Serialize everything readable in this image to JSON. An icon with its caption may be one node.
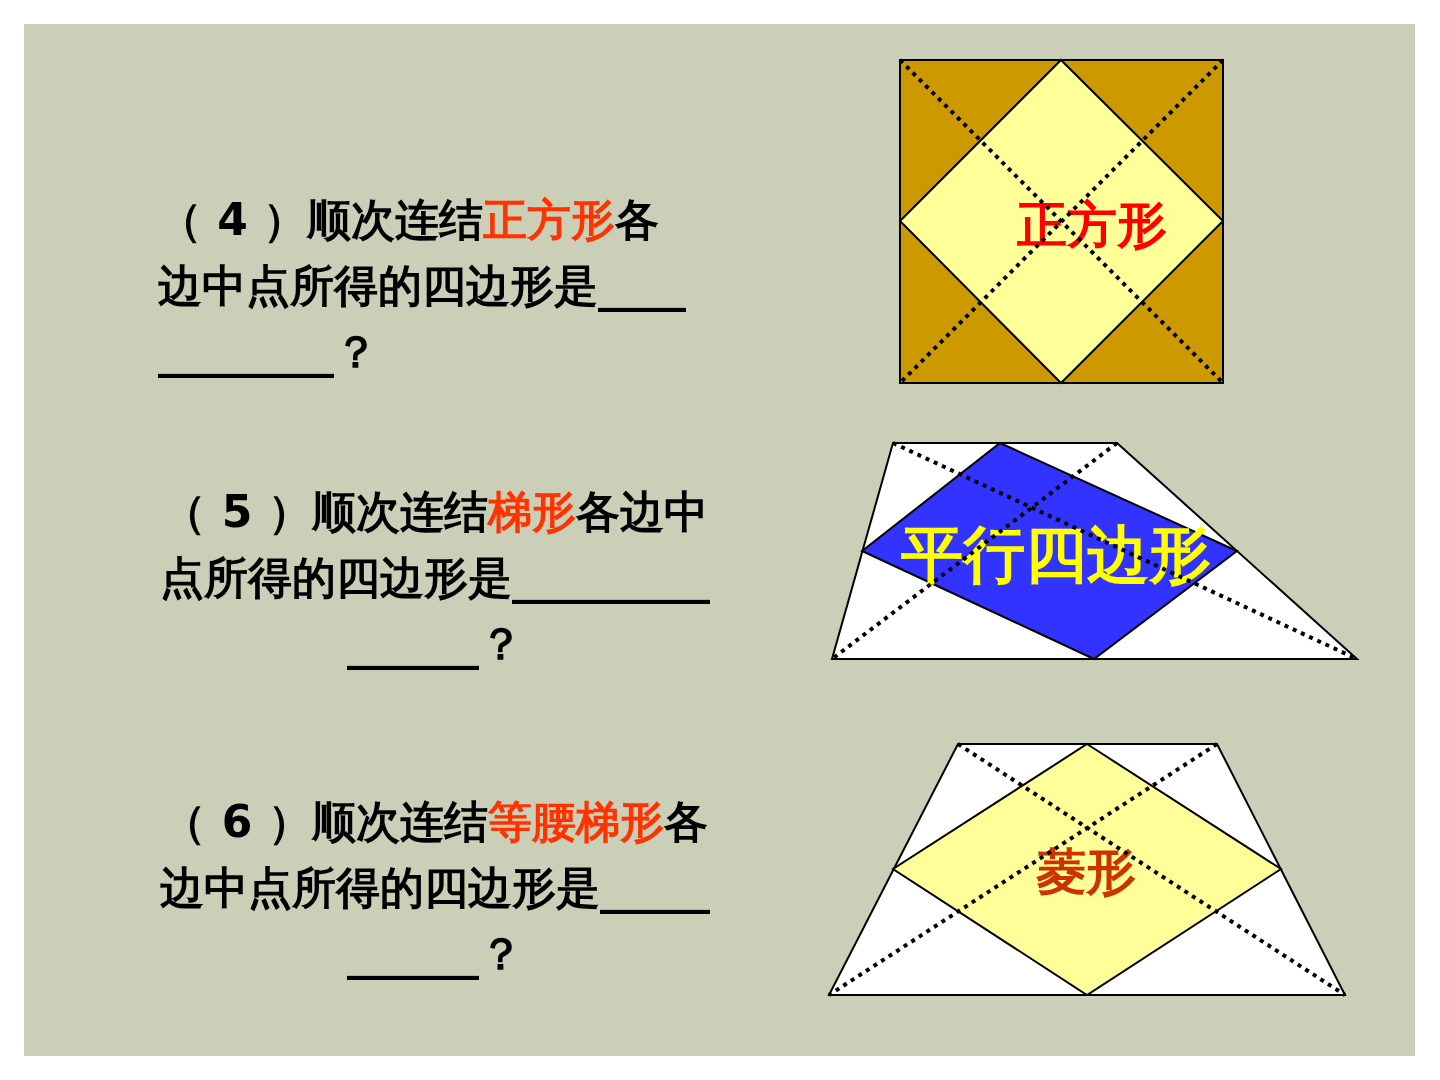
{
  "diagram": {
    "nodes": [
      {
        "text": [],
        "shape": "box"
      },
      {
        "text": [
          "正方形"
        ],
        "in": 0
      },
      {
        "text": [],
        "shape": "trapezoid"
      },
      {
        "text": [
          "平行四边形"
        ],
        "in": 2
      },
      {
        "text": [],
        "shape": "trapezoid"
      },
      {
        "text": [
          "菱形"
        ],
        "in": 4
      }
    ],
    "edges": [],
    "labels": [
      "（ 4 ）顺次连结**正方形**各边中点所得的四边形是____________？",
      "（ 5 ）顺次连结**梯形**各边中点所得的四边形是_______________？",
      "（ 6 ）顺次连结**等腰梯形**各边中点所得的四边形是___________？"
    ]
  }
}
